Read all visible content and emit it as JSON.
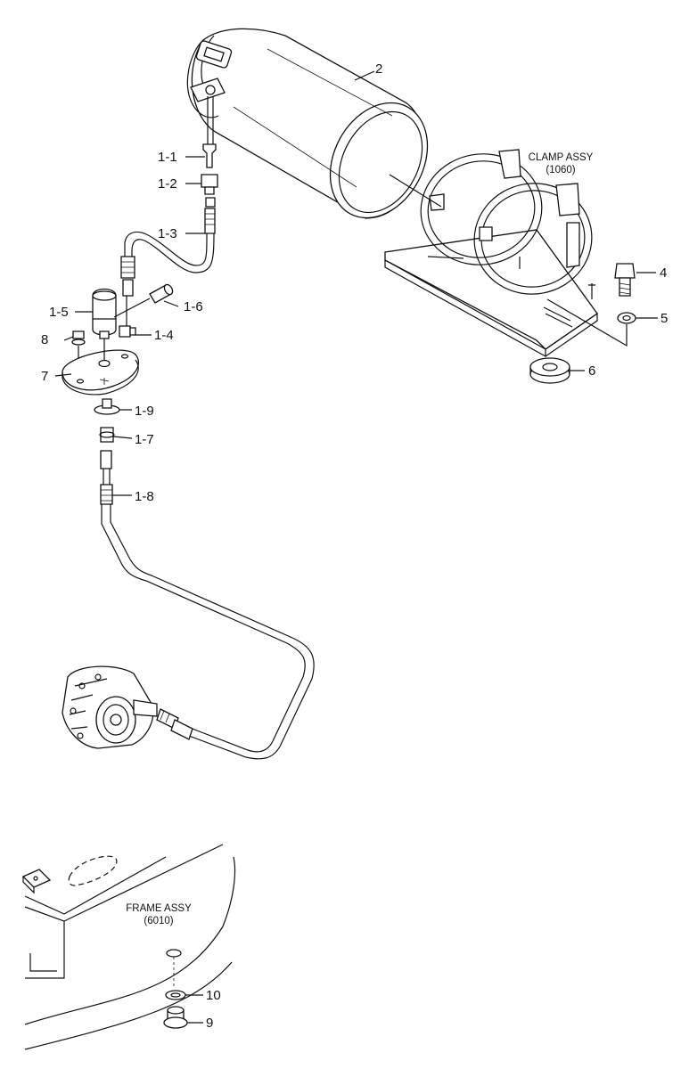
{
  "callouts": {
    "c2": "2",
    "c1_1": "1-1",
    "c1_2": "1-2",
    "c1_3": "1-3",
    "c1_4": "1-4",
    "c1_5": "1-5",
    "c1_6": "1-6",
    "c1_7": "1-7",
    "c1_8": "1-8",
    "c1_9": "1-9",
    "c4": "4",
    "c5": "5",
    "c6": "6",
    "c7": "7",
    "c8": "8",
    "c9": "9",
    "c10": "10"
  },
  "assemblies": {
    "clamp_name": "CLAMP ASSY",
    "clamp_code": "(1060)",
    "frame_name": "FRAME ASSY",
    "frame_code": "(6010)"
  }
}
